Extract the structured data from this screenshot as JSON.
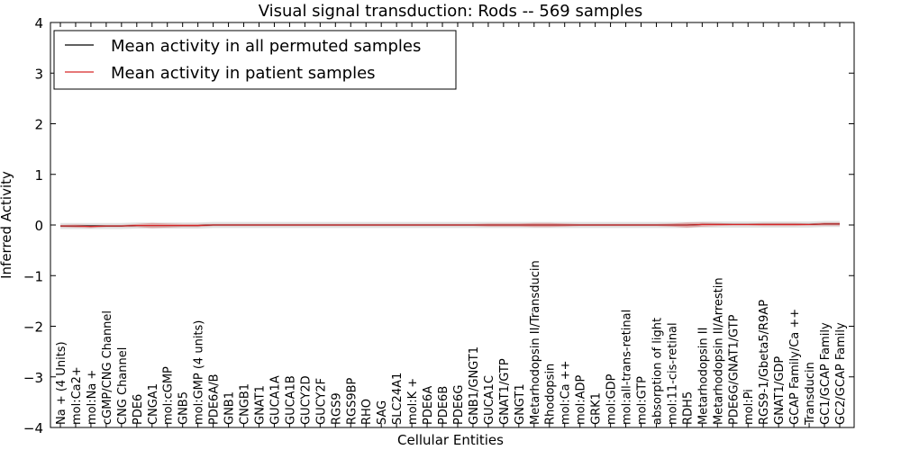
{
  "chart_data": {
    "type": "line",
    "title": "Visual signal transduction: Rods -- 569 samples",
    "xlabel": "Cellular Entities",
    "ylabel": "Inferred Activity",
    "ylim": [
      -4,
      4
    ],
    "yticks": [
      -4,
      -3,
      -2,
      -1,
      0,
      1,
      2,
      3,
      4
    ],
    "yticklabels": [
      "−4",
      "−3",
      "−2",
      "−1",
      "0",
      "1",
      "2",
      "3",
      "4"
    ],
    "grid": false,
    "legend_position": "top-left",
    "categories": [
      "Na + (4 Units)",
      "mol:Ca2+",
      "mol:Na +",
      "cGMP/CNG Channel",
      "CNG Channel",
      "PDE6",
      "CNGA1",
      "mol:cGMP",
      "GNB5",
      "mol:GMP (4 units)",
      "PDE6A/B",
      "GNB1",
      "CNGB1",
      "GNAT1",
      "GUCA1A",
      "GUCA1B",
      "GUCY2D",
      "GUCY2F",
      "RGS9",
      "RGS9BP",
      "RHO",
      "SAG",
      "SLC24A1",
      "mol:K +",
      "PDE6A",
      "PDE6B",
      "PDE6G",
      "GNB1/GNGT1",
      "GUCA1C",
      "GNAT1/GTP",
      "GNGT1",
      "Metarhodopsin II/Transducin",
      "Rhodopsin",
      "mol:Ca ++",
      "mol:ADP",
      "GRK1",
      "mol:GDP",
      "mol:all-trans-retinal",
      "mol:GTP",
      "absorption of light",
      "mol:11-cis-retinal",
      "RDH5",
      "Metarhodopsin II",
      "Metarhodopsin II/Arrestin",
      "PDE6G/GNAT1/GTP",
      "mol:Pi",
      "RGS9-1/Gbeta5/R9AP",
      "GNAT1/GDP",
      "GCAP Family/Ca ++",
      "Transducin",
      "GC1/GCAP Family",
      "GC2/GCAP Family"
    ],
    "series": [
      {
        "name": "Mean activity in all permuted samples",
        "color": "#000000",
        "values": [
          -0.02,
          -0.02,
          -0.02,
          -0.02,
          -0.02,
          -0.01,
          -0.01,
          -0.01,
          -0.01,
          -0.01,
          0,
          0,
          0,
          0,
          0,
          0,
          0,
          0,
          0,
          0,
          0,
          0,
          0,
          0,
          0,
          0,
          0,
          0,
          0,
          0,
          0,
          0,
          0,
          0,
          0,
          0,
          0,
          0,
          0,
          0,
          0,
          0,
          0.01,
          0.01,
          0.01,
          0.01,
          0.01,
          0.01,
          0.01,
          0.01,
          0.02,
          0.02
        ]
      },
      {
        "name": "Mean activity in patient samples",
        "color": "#d62728",
        "values": [
          -0.02,
          -0.02,
          -0.03,
          -0.02,
          -0.02,
          -0.01,
          -0.01,
          -0.01,
          -0.01,
          -0.01,
          0,
          0,
          0,
          0,
          0,
          0,
          0,
          0,
          0,
          0,
          0,
          0,
          0,
          0,
          0,
          0,
          0,
          0,
          0,
          0,
          0,
          0,
          0,
          0,
          0,
          0,
          0,
          0,
          0,
          0,
          0,
          0,
          0.01,
          0.01,
          0.01,
          0.01,
          0.01,
          0.01,
          0.01,
          0.01,
          0.02,
          0.02
        ]
      }
    ],
    "patient_band_halfwidth": [
      0.02,
      0.03,
      0.03,
      0.02,
      0.02,
      0.03,
      0.05,
      0.04,
      0.03,
      0.03,
      0.02,
      0.02,
      0.02,
      0.02,
      0.02,
      0.02,
      0.02,
      0.02,
      0.02,
      0.02,
      0.02,
      0.02,
      0.02,
      0.02,
      0.02,
      0.02,
      0.02,
      0.02,
      0.03,
      0.03,
      0.03,
      0.04,
      0.04,
      0.03,
      0.02,
      0.02,
      0.02,
      0.02,
      0.02,
      0.02,
      0.03,
      0.05,
      0.04,
      0.03,
      0.02,
      0.02,
      0.03,
      0.03,
      0.03,
      0.02,
      0.03,
      0.03
    ],
    "permuted_band_halfwidth": 0.06,
    "band_colors": {
      "permuted": "#c8c8c8",
      "patient": "#d62728"
    }
  }
}
